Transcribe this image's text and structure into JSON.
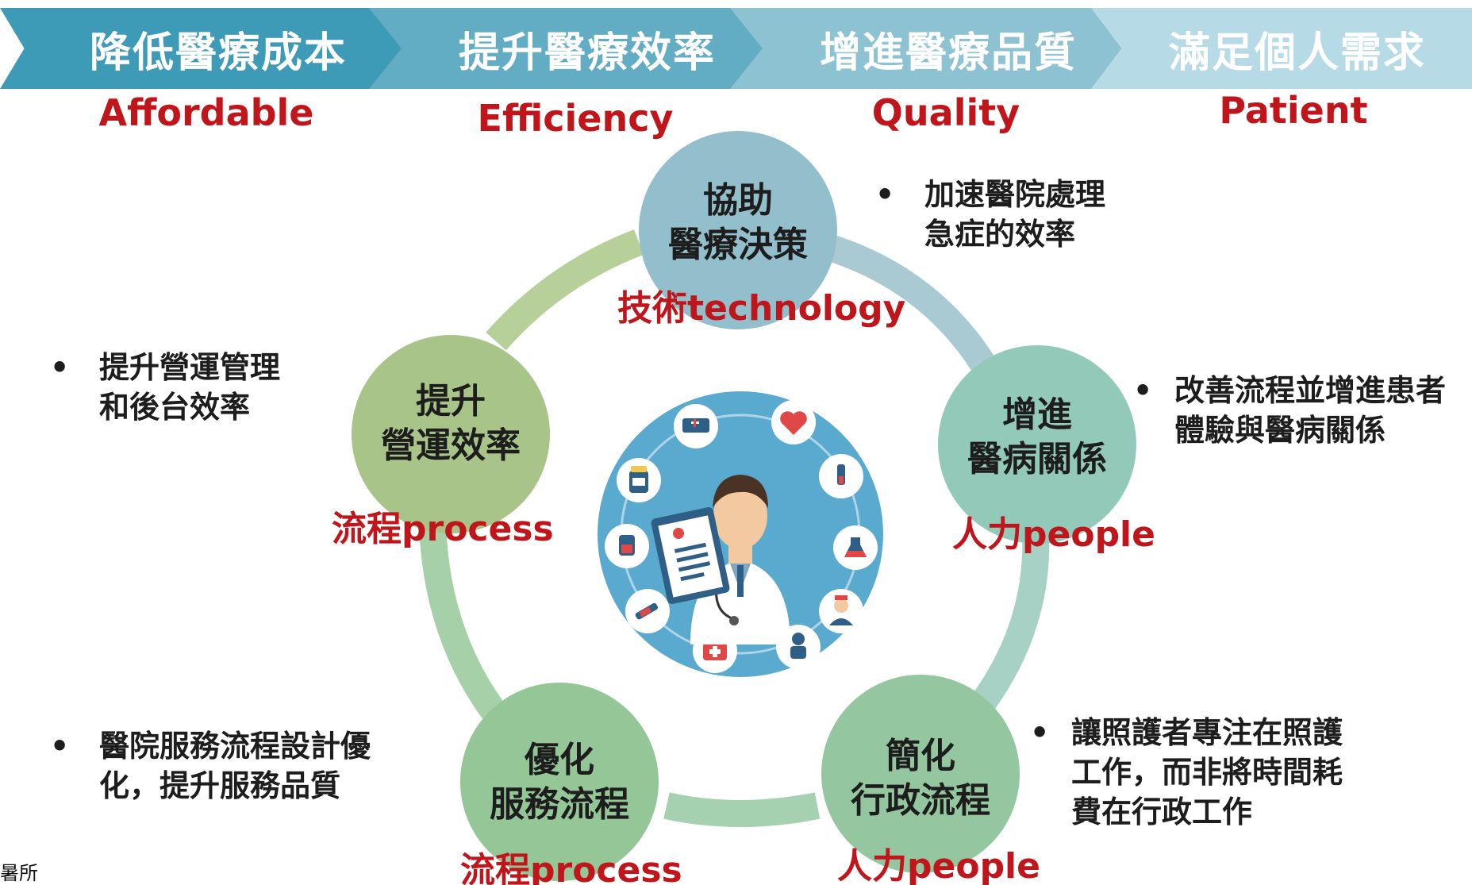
{
  "banner": {
    "steps": [
      {
        "label": "降低醫療成本",
        "english": "Affordable",
        "color": "#3e9bb8"
      },
      {
        "label": "提升醫療效率",
        "english": "Efficiency",
        "color": "#62acc4"
      },
      {
        "label": "增進醫療品質",
        "english": "Quality",
        "color": "#8dc2d3"
      },
      {
        "label": "滿足個人需求",
        "english": "Patient",
        "color": "#b7dbe6"
      }
    ]
  },
  "nodes": {
    "top": {
      "line1": "協助",
      "line2": "醫療決策",
      "tag": "技術technology",
      "color": "#93bfcc"
    },
    "right": {
      "line1": "增進",
      "line2": "醫病關係",
      "tag": "人力people",
      "color": "#92c9b8"
    },
    "bottom_right": {
      "line1": "簡化",
      "line2": "行政流程",
      "tag": "人力people",
      "color": "#94c7a0"
    },
    "bottom_left": {
      "line1": "優化",
      "line2": "服務流程",
      "tag": "流程process",
      "color": "#94c698"
    },
    "left": {
      "line1": "提升",
      "line2": "營運效率",
      "tag": "流程process",
      "color": "#a8c488"
    }
  },
  "bullets": {
    "top": {
      "dot": "•",
      "line1": "加速醫院處理",
      "line2": "急症的效率"
    },
    "right": {
      "dot": "•",
      "line1": "改善流程並增進患者",
      "line2": "體驗與醫病關係"
    },
    "bottom_right": {
      "dot": "•",
      "line1": "讓照護者專注在照護",
      "line2": "工作，而非將時間耗",
      "line3": "費在行政工作"
    },
    "bottom_left": {
      "dot": "•",
      "line1": "醫院服務流程設計優",
      "line2": "化，提升服務品質"
    },
    "left": {
      "dot": "•",
      "line1": "提升營運管理",
      "line2": "和後台效率"
    }
  },
  "footer": {
    "text": "暑所"
  },
  "colors": {
    "accent_red": "#c0161b",
    "center_circle": "#5aa9cf"
  }
}
